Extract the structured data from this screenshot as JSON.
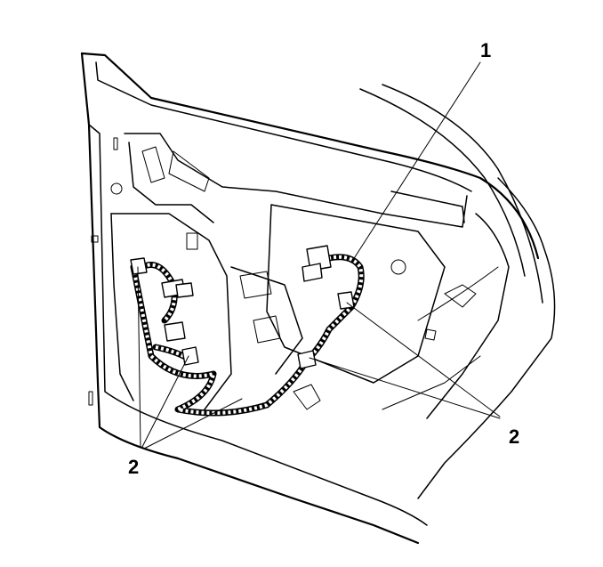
{
  "callouts": [
    {
      "label": "1"
    },
    {
      "label": "2"
    },
    {
      "label": "2"
    }
  ]
}
